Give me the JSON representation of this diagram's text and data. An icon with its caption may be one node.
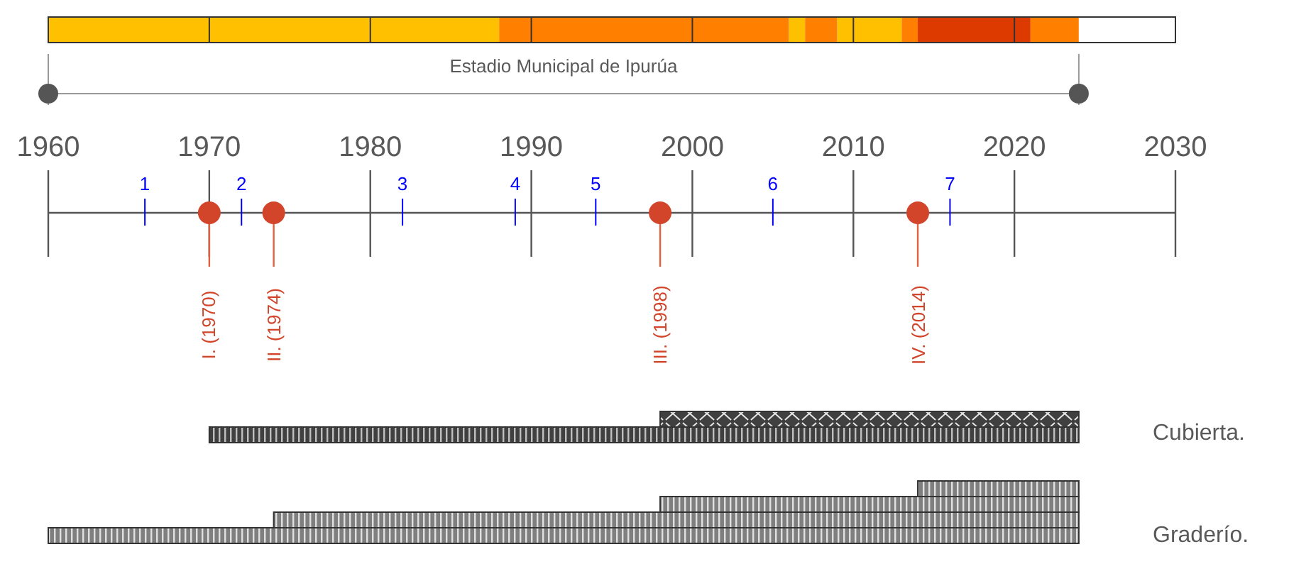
{
  "diagram": {
    "labels": [
      "Estadio Municipal de Ipurúa",
      "1960",
      "1970",
      "1980",
      "1990",
      "2000",
      "2010",
      "2020",
      "2030",
      "1",
      "2",
      "3",
      "4",
      "5",
      "6",
      "7",
      "I. (1970)",
      "II. (1974)",
      "III. (1998)",
      "IV. (2014)",
      "Cubierta.",
      "Graderío."
    ]
  }
}
